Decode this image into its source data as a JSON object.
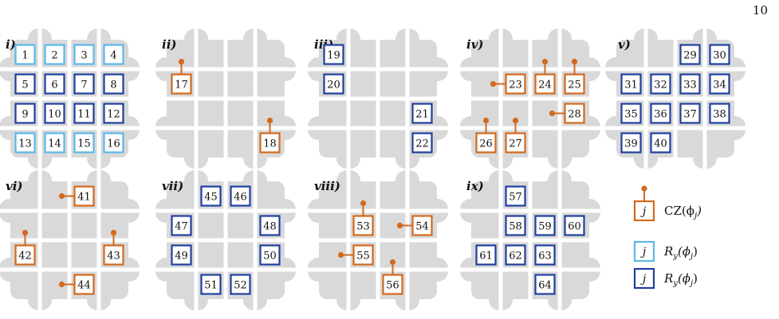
{
  "page_number": "10",
  "colors": {
    "grid": "#d9d9d9",
    "cz": "#d2691e",
    "ry_light": "#5bb8e8",
    "ry_dark": "#1f3f9e",
    "text": "#111111"
  },
  "panels": [
    {
      "label": "i)",
      "boxes": [
        {
          "n": "1",
          "kind": "ry_light",
          "cell": [
            0,
            0
          ]
        },
        {
          "n": "2",
          "kind": "ry_light",
          "cell": [
            1,
            0
          ]
        },
        {
          "n": "3",
          "kind": "ry_light",
          "cell": [
            2,
            0
          ]
        },
        {
          "n": "4",
          "kind": "ry_light",
          "cell": [
            3,
            0
          ]
        },
        {
          "n": "5",
          "kind": "ry_dark",
          "cell": [
            0,
            1
          ]
        },
        {
          "n": "6",
          "kind": "ry_dark",
          "cell": [
            1,
            1
          ]
        },
        {
          "n": "7",
          "kind": "ry_dark",
          "cell": [
            2,
            1
          ]
        },
        {
          "n": "8",
          "kind": "ry_dark",
          "cell": [
            3,
            1
          ]
        },
        {
          "n": "9",
          "kind": "ry_dark",
          "cell": [
            0,
            2
          ]
        },
        {
          "n": "10",
          "kind": "ry_dark",
          "cell": [
            1,
            2
          ]
        },
        {
          "n": "11",
          "kind": "ry_dark",
          "cell": [
            2,
            2
          ]
        },
        {
          "n": "12",
          "kind": "ry_dark",
          "cell": [
            3,
            2
          ]
        },
        {
          "n": "13",
          "kind": "ry_light",
          "cell": [
            0,
            3
          ]
        },
        {
          "n": "14",
          "kind": "ry_light",
          "cell": [
            1,
            3
          ]
        },
        {
          "n": "15",
          "kind": "ry_light",
          "cell": [
            2,
            3
          ]
        },
        {
          "n": "16",
          "kind": "ry_light",
          "cell": [
            3,
            3
          ]
        }
      ]
    },
    {
      "label": "ii)",
      "boxes": [
        {
          "n": "17",
          "kind": "cz",
          "cell": [
            0,
            1
          ],
          "stem": "up"
        },
        {
          "n": "18",
          "kind": "cz",
          "cell": [
            3,
            3
          ],
          "stem": "up"
        }
      ]
    },
    {
      "label": "iii)",
      "boxes": [
        {
          "n": "19",
          "kind": "ry_dark",
          "cell": [
            0,
            0
          ]
        },
        {
          "n": "20",
          "kind": "ry_dark",
          "cell": [
            0,
            1
          ]
        },
        {
          "n": "21",
          "kind": "ry_dark",
          "cell": [
            3,
            2
          ]
        },
        {
          "n": "22",
          "kind": "ry_dark",
          "cell": [
            3,
            3
          ]
        }
      ]
    },
    {
      "label": "iv)",
      "boxes": [
        {
          "n": "23",
          "kind": "cz",
          "cell": [
            1,
            1
          ],
          "stem": "left"
        },
        {
          "n": "24",
          "kind": "cz",
          "cell": [
            2,
            1
          ],
          "stem": "up"
        },
        {
          "n": "25",
          "kind": "cz",
          "cell": [
            3,
            1
          ],
          "stem": "up"
        },
        {
          "n": "26",
          "kind": "cz",
          "cell": [
            0,
            3
          ],
          "stem": "up"
        },
        {
          "n": "27",
          "kind": "cz",
          "cell": [
            1,
            3
          ],
          "stem": "up"
        },
        {
          "n": "28",
          "kind": "cz",
          "cell": [
            3,
            2
          ],
          "stem": "left"
        }
      ]
    },
    {
      "label": "v)",
      "boxes": [
        {
          "n": "29",
          "kind": "ry_dark",
          "cell": [
            2,
            0
          ]
        },
        {
          "n": "30",
          "kind": "ry_dark",
          "cell": [
            3,
            0
          ]
        },
        {
          "n": "31",
          "kind": "ry_dark",
          "cell": [
            0,
            1
          ]
        },
        {
          "n": "32",
          "kind": "ry_dark",
          "cell": [
            1,
            1
          ]
        },
        {
          "n": "33",
          "kind": "ry_dark",
          "cell": [
            2,
            1
          ]
        },
        {
          "n": "34",
          "kind": "ry_dark",
          "cell": [
            3,
            1
          ]
        },
        {
          "n": "35",
          "kind": "ry_dark",
          "cell": [
            0,
            2
          ]
        },
        {
          "n": "36",
          "kind": "ry_dark",
          "cell": [
            1,
            2
          ]
        },
        {
          "n": "37",
          "kind": "ry_dark",
          "cell": [
            2,
            2
          ]
        },
        {
          "n": "38",
          "kind": "ry_dark",
          "cell": [
            3,
            2
          ]
        },
        {
          "n": "39",
          "kind": "ry_dark",
          "cell": [
            0,
            3
          ]
        },
        {
          "n": "40",
          "kind": "ry_dark",
          "cell": [
            1,
            3
          ]
        }
      ]
    },
    {
      "label": "vi)",
      "boxes": [
        {
          "n": "41",
          "kind": "cz",
          "cell": [
            2,
            0
          ],
          "stem": "left"
        },
        {
          "n": "42",
          "kind": "cz",
          "cell": [
            0,
            2
          ],
          "stem": "up"
        },
        {
          "n": "43",
          "kind": "cz",
          "cell": [
            3,
            2
          ],
          "stem": "up"
        },
        {
          "n": "44",
          "kind": "cz",
          "cell": [
            2,
            3
          ],
          "stem": "left"
        }
      ]
    },
    {
      "label": "vii)",
      "boxes": [
        {
          "n": "45",
          "kind": "ry_dark",
          "cell": [
            1,
            0
          ]
        },
        {
          "n": "46",
          "kind": "ry_dark",
          "cell": [
            2,
            0
          ]
        },
        {
          "n": "47",
          "kind": "ry_dark",
          "cell": [
            0,
            1
          ]
        },
        {
          "n": "48",
          "kind": "ry_dark",
          "cell": [
            3,
            1
          ]
        },
        {
          "n": "49",
          "kind": "ry_dark",
          "cell": [
            0,
            2
          ]
        },
        {
          "n": "50",
          "kind": "ry_dark",
          "cell": [
            3,
            2
          ]
        },
        {
          "n": "51",
          "kind": "ry_dark",
          "cell": [
            1,
            3
          ]
        },
        {
          "n": "52",
          "kind": "ry_dark",
          "cell": [
            2,
            3
          ]
        }
      ]
    },
    {
      "label": "viii)",
      "boxes": [
        {
          "n": "53",
          "kind": "cz",
          "cell": [
            1,
            1
          ],
          "stem": "up"
        },
        {
          "n": "54",
          "kind": "cz",
          "cell": [
            3,
            1
          ],
          "stem": "left"
        },
        {
          "n": "55",
          "kind": "cz",
          "cell": [
            1,
            2
          ],
          "stem": "left"
        },
        {
          "n": "56",
          "kind": "cz",
          "cell": [
            2,
            3
          ],
          "stem": "up"
        }
      ]
    },
    {
      "label": "ix)",
      "boxes": [
        {
          "n": "57",
          "kind": "ry_dark",
          "cell": [
            1,
            0
          ]
        },
        {
          "n": "58",
          "kind": "ry_dark",
          "cell": [
            1,
            1
          ]
        },
        {
          "n": "59",
          "kind": "ry_dark",
          "cell": [
            2,
            1
          ]
        },
        {
          "n": "60",
          "kind": "ry_dark",
          "cell": [
            3,
            1
          ]
        },
        {
          "n": "61",
          "kind": "ry_dark",
          "cell": [
            0,
            2
          ]
        },
        {
          "n": "62",
          "kind": "ry_dark",
          "cell": [
            1,
            2
          ]
        },
        {
          "n": "63",
          "kind": "ry_dark",
          "cell": [
            2,
            2
          ]
        },
        {
          "n": "64",
          "kind": "ry_dark",
          "cell": [
            2,
            3
          ]
        }
      ]
    }
  ],
  "legend": [
    {
      "kind": "cz",
      "symbol": "j",
      "label": "CZ(ϕ",
      "sub": "j",
      "tail": ")"
    },
    {
      "kind": "ry_light",
      "symbol": "j",
      "label": "R",
      "sub": "y",
      "tail": "(ϕ",
      "sub2": "j",
      "tail2": ")"
    },
    {
      "kind": "ry_dark",
      "symbol": "j",
      "label": "R",
      "sub": "y",
      "tail": "(ϕ",
      "sub2": "j",
      "tail2": ")"
    }
  ]
}
